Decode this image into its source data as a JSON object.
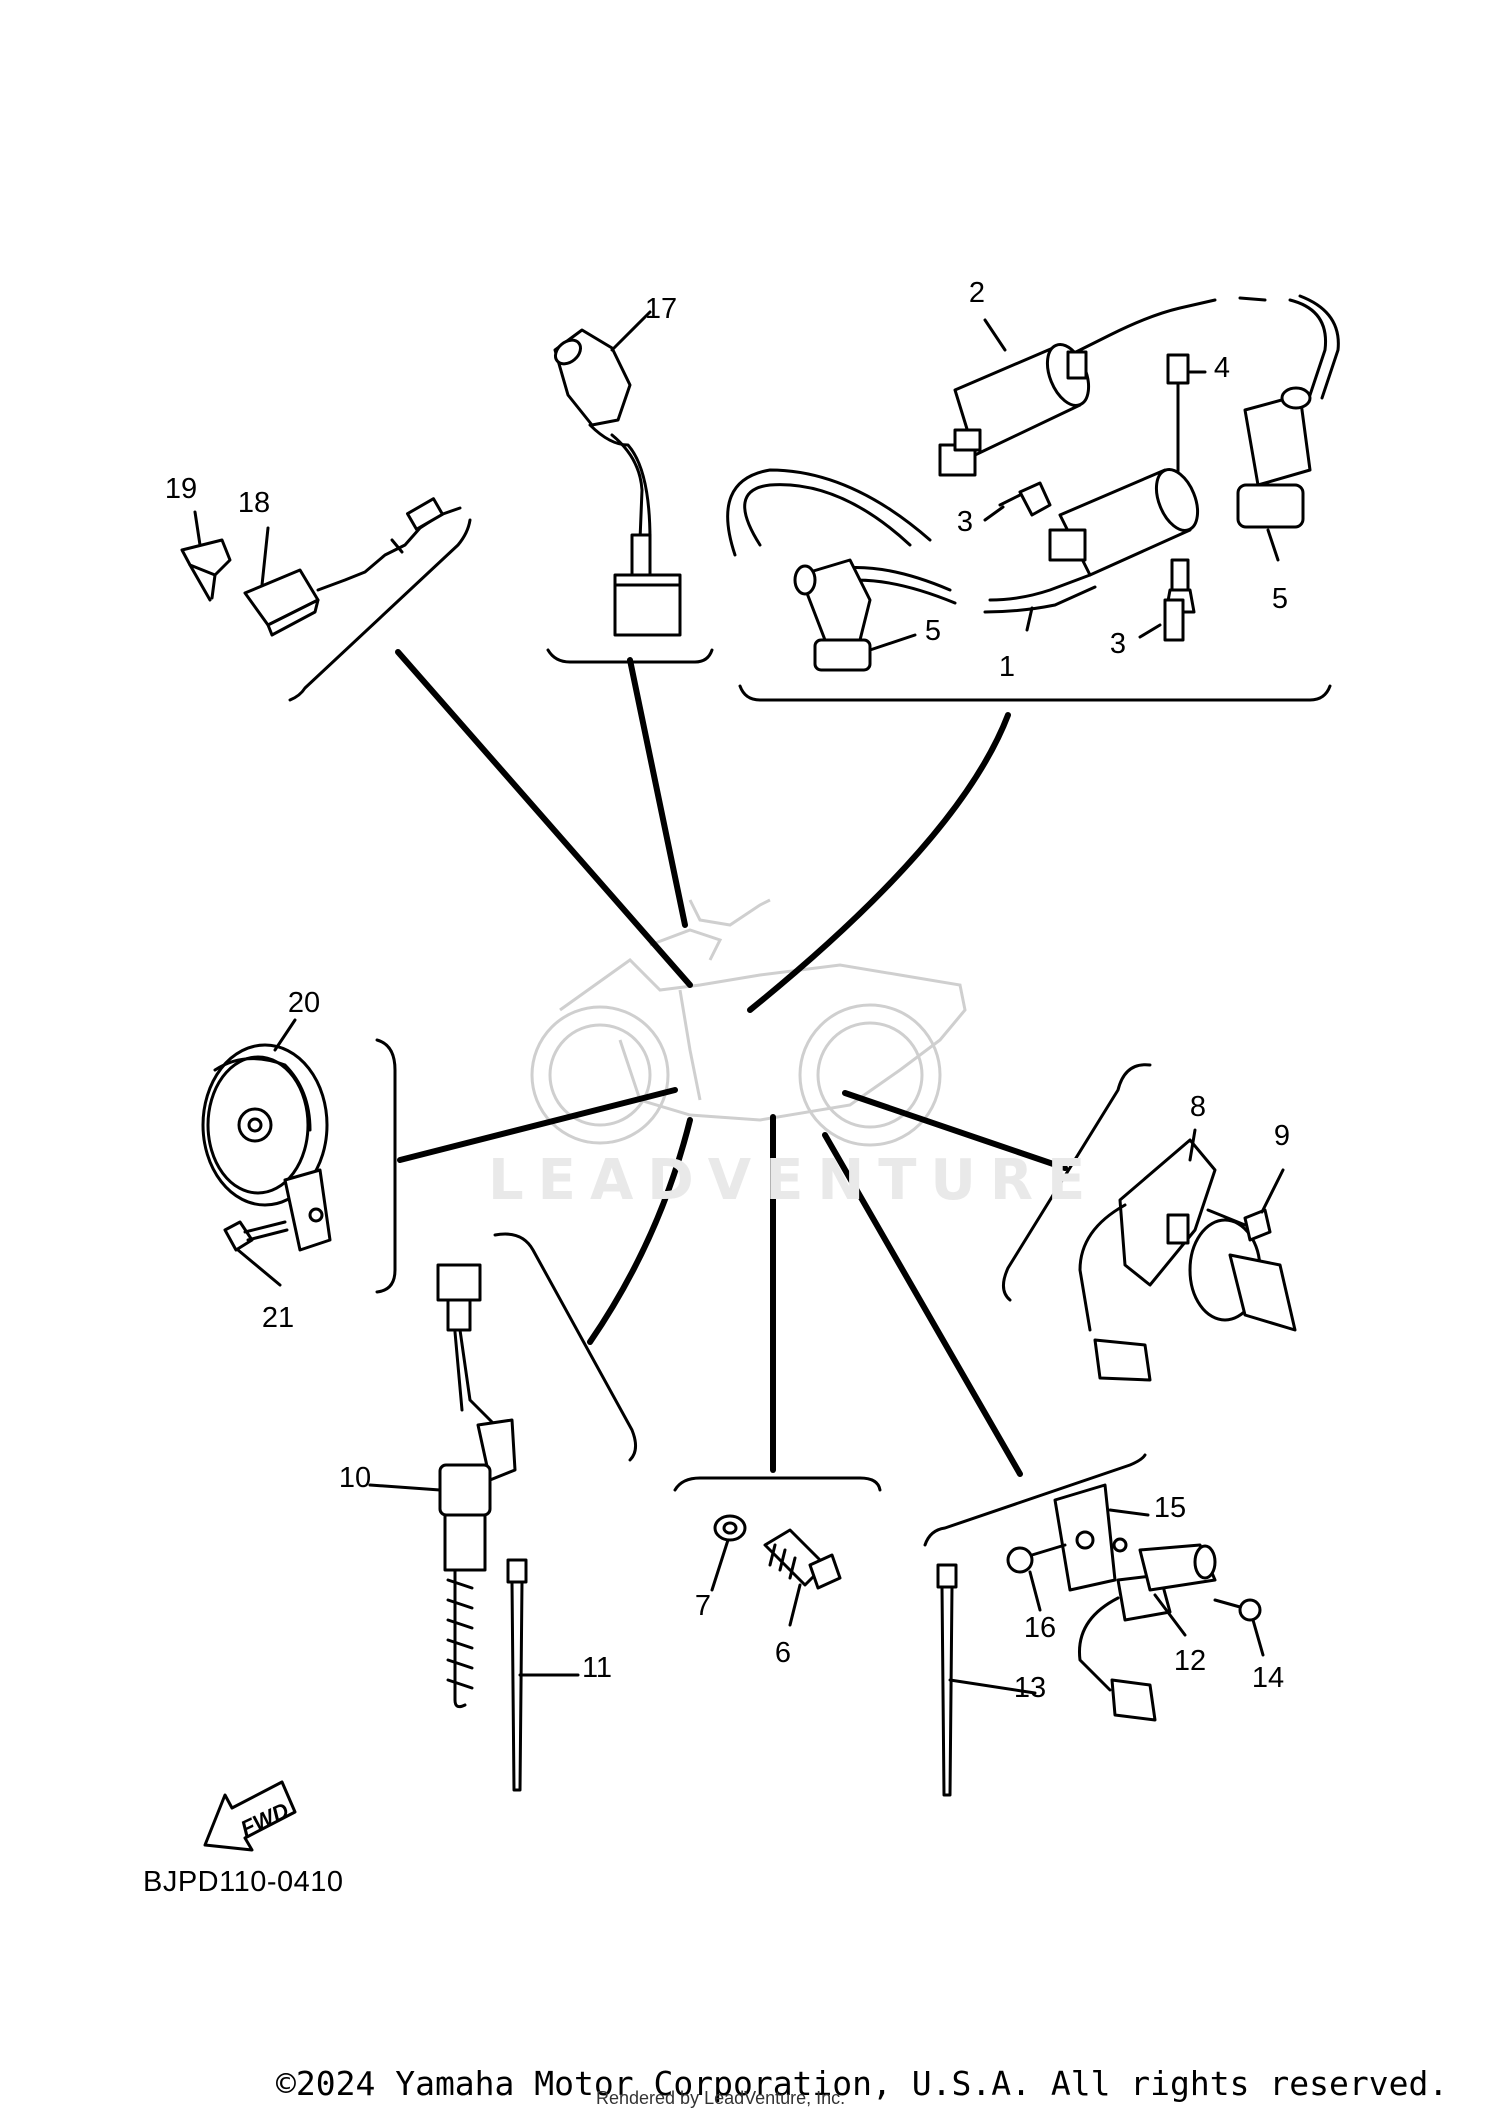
{
  "diagram": {
    "code": "BJPD110-0410",
    "watermark": "LEADVENTURE",
    "fwd_label": "FWD",
    "copyright": "©2024 Yamaha Motor Corporation, U.S.A. All rights reserved.",
    "rendered_by": "Rendered by LeadVenture, Inc."
  },
  "callouts": [
    "1",
    "2",
    "3",
    "3",
    "4",
    "5",
    "5",
    "6",
    "7",
    "8",
    "9",
    "10",
    "11",
    "12",
    "13",
    "14",
    "15",
    "16",
    "17",
    "18",
    "19",
    "20",
    "21"
  ]
}
